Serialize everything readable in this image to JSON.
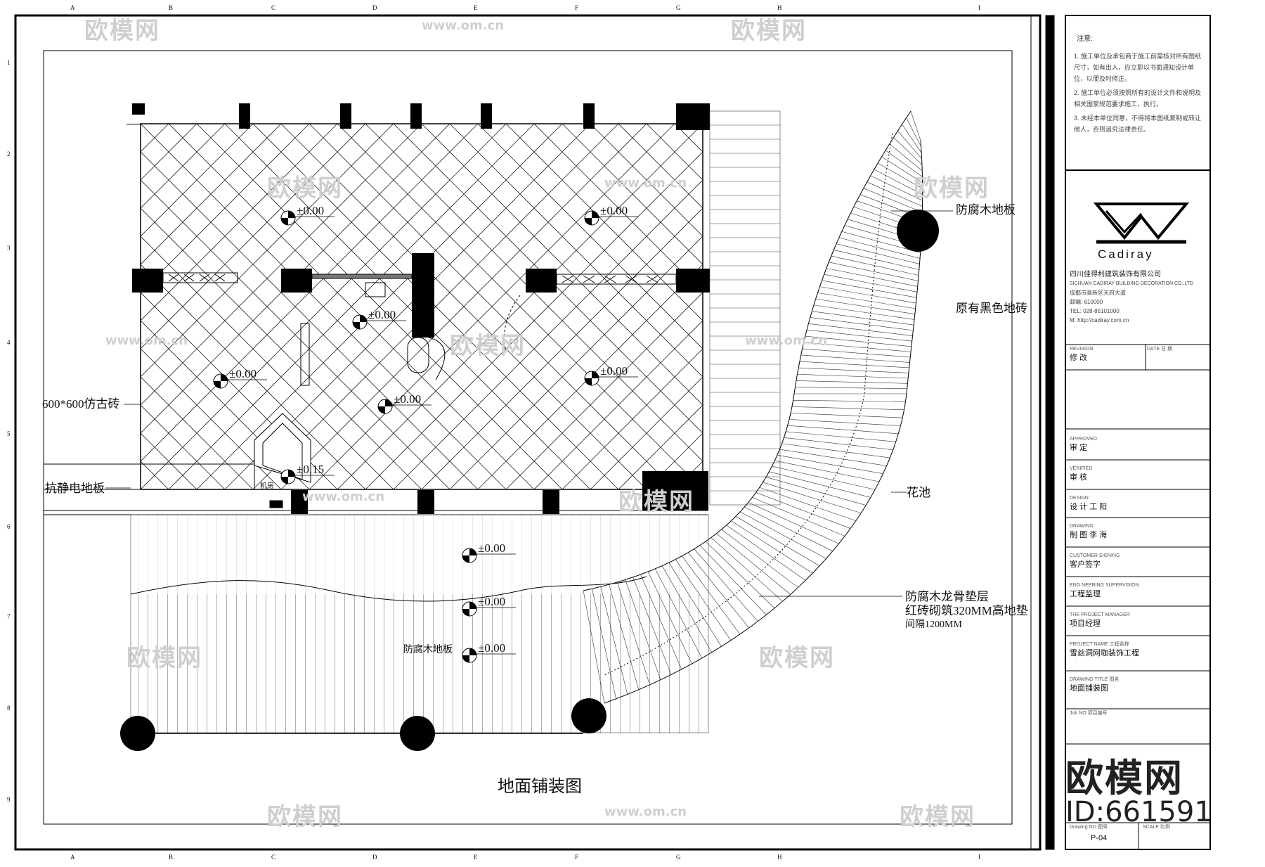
{
  "drawing": {
    "title": "地面铺装图",
    "elevation_marks": [
      "±0.00",
      "±0.00",
      "±0.00",
      "±0.00",
      "±0.00",
      "±0.00",
      "±0.15",
      "±0.00",
      "±0.00",
      "±0.00"
    ],
    "labels": {
      "tile": "600*600仿古砖",
      "antistatic": "抗静电地板",
      "machine_room": "机房",
      "deck_right": "防腐木地板",
      "black_tile": "原有黑色地砖",
      "planter": "花池",
      "deck_bottom": "防腐木地板",
      "keel_line1": "防腐木龙骨垫层",
      "keel_line2": "红砖砌筑320MM高地垫",
      "keel_line3": "间隔1200MM"
    },
    "grid_top": [
      "A",
      "B",
      "C",
      "D",
      "E",
      "F",
      "G",
      "H",
      "I"
    ],
    "grid_side": [
      "1",
      "2",
      "3",
      "4",
      "5",
      "6",
      "7",
      "8",
      "9"
    ]
  },
  "title_block": {
    "notes_heading": "注意:",
    "notes": [
      "1. 施工单位及承包商于施工前需核对所有图纸尺寸，如有出入，应立即以书面通知设计单位，以便及时修正。",
      "2. 施工单位必须按照所有的设计文件和说明及相关国家规范要求施工，执行。",
      "3. 未经本单位同意，不得将本图纸复制或转让他人，否则追究法律责任。"
    ],
    "logo_text": "Cadiray",
    "company_cn": "四川佳得利建筑装饰有限公司",
    "company_en": "SICHUAN CADIRAY BUILDING DECORATION CO.,LTD",
    "company_lines": [
      "成都市高新区天府大道",
      "邮编: 610000",
      "TEL: 028-85101000",
      "M: http://cadiray.com.cn"
    ],
    "rows": [
      {
        "en": "REVISION",
        "zh": "修  改",
        "extra": "DATE  日 期"
      },
      {
        "en": "APPROVED",
        "zh": "审  定",
        "extra": ""
      },
      {
        "en": "VERIFIED",
        "zh": "审  核",
        "extra": ""
      },
      {
        "en": "DESIGN",
        "zh": "设 计  工 阳",
        "extra": ""
      },
      {
        "en": "DRAWING",
        "zh": "制 图  李 海",
        "extra": ""
      },
      {
        "en": "CUSTOMER SIGNING",
        "zh": "客户签字",
        "extra": ""
      },
      {
        "en": "ENG NEERING SUPERVISION",
        "zh": "工程监理",
        "extra": ""
      },
      {
        "en": "THE PROJECT MANAGER",
        "zh": "项目经理",
        "extra": ""
      },
      {
        "en": "PROJECT NAME  工程名称",
        "zh": "雪丝洞网咖装饰工程",
        "extra": ""
      },
      {
        "en": "DRAWING TITLE  图名",
        "zh": "地面铺装图",
        "extra": ""
      },
      {
        "en": "Job NO  项目编号",
        "zh": "",
        "extra": ""
      }
    ],
    "drawing_no_label": "Drawing NO 图号",
    "drawing_no": "P-04",
    "scale_label": "SCALE 比例",
    "watermark_big": "欧模网",
    "watermark_id": "ID:661591"
  },
  "watermarks": {
    "brand": "欧模网",
    "url": "www.om.cn"
  }
}
